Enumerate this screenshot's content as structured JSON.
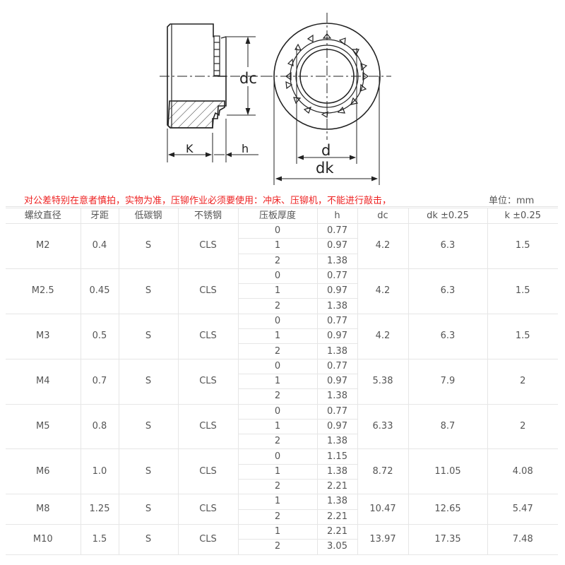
{
  "drawing": {
    "side_view_labels": {
      "dc": "dc",
      "k": "K",
      "h": "h"
    },
    "front_view_labels": {
      "d": "d",
      "dk": "dk"
    }
  },
  "note": {
    "warning_text": "对公差特别在意者慎拍，实物为准，压铆作业必须要使用：冲床、压铆机，不能进行敲击，",
    "unit_label": "单位：mm",
    "warning_color": "#ee2020"
  },
  "table": {
    "headers": [
      "螺纹直径",
      "牙距",
      "低碳钢",
      "不锈钢",
      "压板厚度",
      "h",
      "dc",
      "dk ±0.25",
      "k ±0.25"
    ],
    "rows": [
      {
        "thread": "M2",
        "pitch": "0.4",
        "low_carbon": "S",
        "stainless": "CLS",
        "sub": [
          {
            "plate": "0",
            "h": "0.77"
          },
          {
            "plate": "1",
            "h": "0.97"
          },
          {
            "plate": "2",
            "h": "1.38"
          }
        ],
        "dc": "4.2",
        "dk": "6.3",
        "k": "1.5"
      },
      {
        "thread": "M2.5",
        "pitch": "0.45",
        "low_carbon": "S",
        "stainless": "CLS",
        "sub": [
          {
            "plate": "0",
            "h": "0.77"
          },
          {
            "plate": "1",
            "h": "0.97"
          },
          {
            "plate": "2",
            "h": "1.38"
          }
        ],
        "dc": "4.2",
        "dk": "6.3",
        "k": "1.5"
      },
      {
        "thread": "M3",
        "pitch": "0.5",
        "low_carbon": "S",
        "stainless": "CLS",
        "sub": [
          {
            "plate": "0",
            "h": "0.77"
          },
          {
            "plate": "1",
            "h": "0.97"
          },
          {
            "plate": "2",
            "h": "1.38"
          }
        ],
        "dc": "4.2",
        "dk": "6.3",
        "k": "1.5"
      },
      {
        "thread": "M4",
        "pitch": "0.7",
        "low_carbon": "S",
        "stainless": "CLS",
        "sub": [
          {
            "plate": "0",
            "h": "0.77"
          },
          {
            "plate": "1",
            "h": "0.97"
          },
          {
            "plate": "2",
            "h": "1.38"
          }
        ],
        "dc": "5.38",
        "dk": "7.9",
        "k": "2"
      },
      {
        "thread": "M5",
        "pitch": "0.8",
        "low_carbon": "S",
        "stainless": "CLS",
        "sub": [
          {
            "plate": "0",
            "h": "0.77"
          },
          {
            "plate": "1",
            "h": "0.97"
          },
          {
            "plate": "2",
            "h": "1.38"
          }
        ],
        "dc": "6.33",
        "dk": "8.7",
        "k": "2"
      },
      {
        "thread": "M6",
        "pitch": "1.0",
        "low_carbon": "S",
        "stainless": "CLS",
        "sub": [
          {
            "plate": "0",
            "h": "1.15"
          },
          {
            "plate": "1",
            "h": "1.38"
          },
          {
            "plate": "2",
            "h": "2.21"
          }
        ],
        "dc": "8.72",
        "dk": "11.05",
        "k": "4.08"
      },
      {
        "thread": "M8",
        "pitch": "1.25",
        "low_carbon": "S",
        "stainless": "CLS",
        "sub": [
          {
            "plate": "1",
            "h": "1.38"
          },
          {
            "plate": "2",
            "h": "2.21"
          }
        ],
        "dc": "10.47",
        "dk": "12.65",
        "k": "5.47"
      },
      {
        "thread": "M10",
        "pitch": "1.5",
        "low_carbon": "S",
        "stainless": "CLS",
        "sub": [
          {
            "plate": "1",
            "h": "2.21"
          },
          {
            "plate": "2",
            "h": "3.05"
          }
        ],
        "dc": "13.97",
        "dk": "17.35",
        "k": "7.48"
      }
    ]
  }
}
